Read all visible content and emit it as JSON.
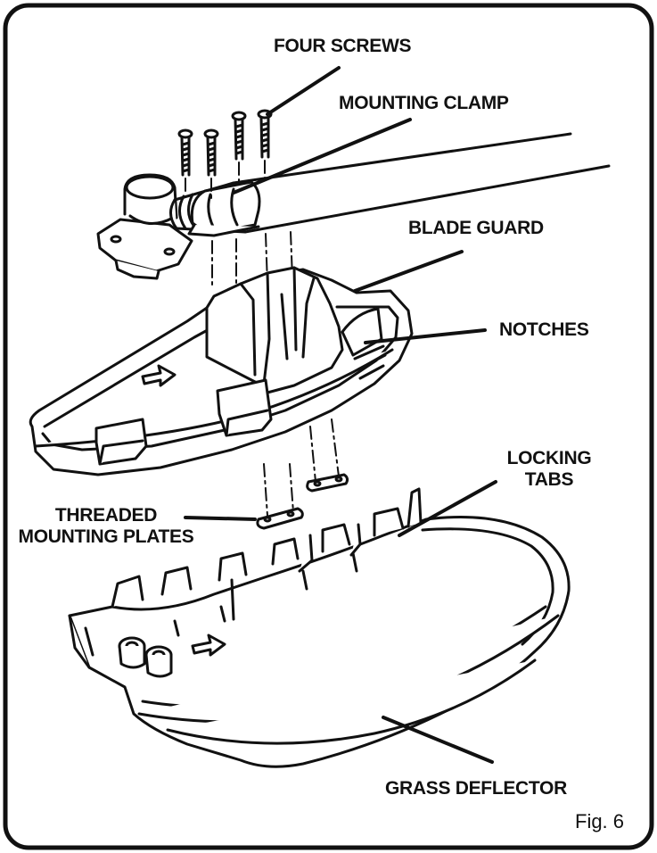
{
  "labels": {
    "four_screws": "FOUR SCREWS",
    "mounting_clamp": "MOUNTING CLAMP",
    "blade_guard": "BLADE GUARD",
    "notches": "NOTCHES",
    "locking_tabs_line1": "LOCKING",
    "locking_tabs_line2": "TABS",
    "threaded_line1": "THREADED",
    "threaded_line2": "MOUNTING PLATES",
    "grass_deflector": "GRASS DEFLECTOR"
  },
  "figure_number": "Fig. 6",
  "colors": {
    "ink": "#111111",
    "paper": "#ffffff",
    "fill": "#f7f7f7"
  }
}
